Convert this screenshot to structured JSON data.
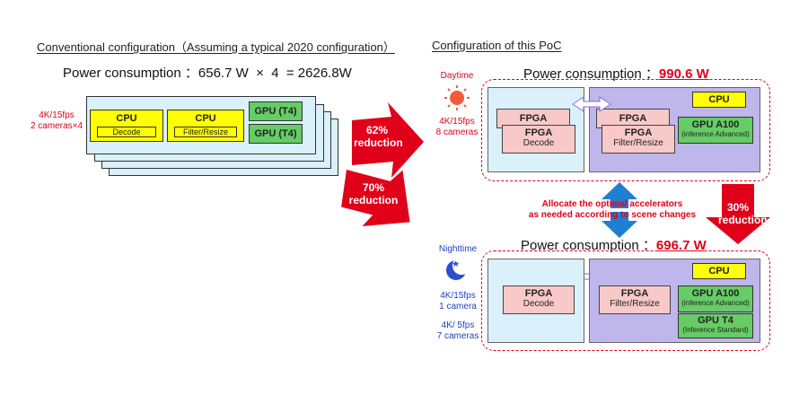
{
  "left": {
    "header": "Conventional configuration（Assuming a typical 2020 configuration）",
    "power_label": "Power consumption ：656.7 W  ×  4  = 2626.8W",
    "cam_info_line1": "4K/15fps",
    "cam_info_line2": "2 cameras×4",
    "cpu1_title": "CPU",
    "cpu1_sub": "Decode",
    "cpu2_title": "CPU",
    "cpu2_sub": "Filter/Resize",
    "gpu1": "GPU (T4)",
    "gpu2": "GPU (T4)"
  },
  "arrows": {
    "a1_pct": "62%",
    "a1_word": "reduction",
    "a2_pct": "70%",
    "a2_word": "reduction",
    "a3_pct": "30%",
    "a3_word": "reduction"
  },
  "right": {
    "header": "Configuration of this PoC",
    "day": {
      "label": "Daytime",
      "power_prefix": "Power consumption ：",
      "power_value": "990.6 W",
      "cam_line1": "4K/15fps",
      "cam_line2": "8 cameras",
      "fpga_a": "FPGA",
      "fpga_b_title": "FPGA",
      "fpga_b_sub": "Decode",
      "fpga_c": "FPGA",
      "fpga_d_title": "FPGA",
      "fpga_d_sub": "Filter/Resize",
      "cpu": "CPU",
      "gpu_title": "GPU A100",
      "gpu_sub": "(inference Advanced)"
    },
    "middle_note_line1": "Allocate the optimal accelerators",
    "middle_note_line2": "as needed according to scene changes",
    "night": {
      "label": "Nighttime",
      "power_prefix": "Power consumption ：",
      "power_value": "696.7 W",
      "cam_a_line1": "4K/15fps",
      "cam_a_line2": "1 camera",
      "cam_b_line1": "4K/  5fps",
      "cam_b_line2": "7 cameras",
      "fpga1_title": "FPGA",
      "fpga1_sub": "Decode",
      "fpga2_title": "FPGA",
      "fpga2_sub": "Filter/Resize",
      "cpu": "CPU",
      "gpu1_title": "GPU A100",
      "gpu1_sub": "(inference Advanced)",
      "gpu2_title": "GPU T4",
      "gpu2_sub": "(Inference Standard)"
    }
  },
  "colors": {
    "accent_red": "#e0001a",
    "night_blue": "#1f3fbf",
    "cpu_yellow": "#ffff00",
    "gpu_green": "#66cc66",
    "fpga_pink": "#f8c9c8",
    "panel_blue": "#daf0fb",
    "panel_purple": "#bfb6ec"
  }
}
